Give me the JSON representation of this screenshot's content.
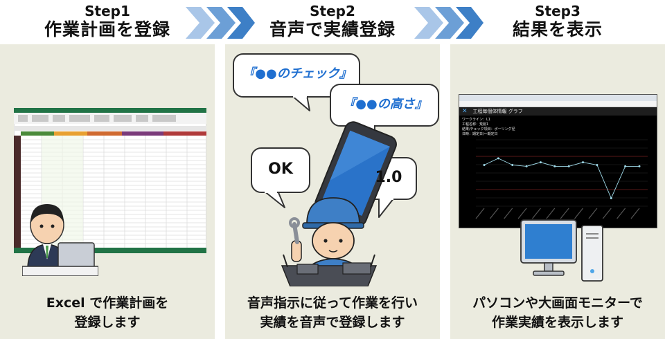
{
  "steps": [
    {
      "num": "Step1",
      "title": "作業計画を登録",
      "caption_lines": [
        "Excel で作業計画を",
        "登録します"
      ]
    },
    {
      "num": "Step2",
      "title": "音声で実績登録",
      "caption_lines": [
        "音声指示に従って作業を行い",
        "実績を音声で登録します"
      ]
    },
    {
      "num": "Step3",
      "title": "結果を表示",
      "caption_lines": [
        "パソコンや大画面モニターで",
        "作業実績を表示します"
      ]
    }
  ],
  "bubbles": {
    "check": "『●●のチェック』",
    "height": "『●●の高さ』",
    "ok": "OK",
    "value": "1.0"
  },
  "screen": {
    "title": "工程毎個体情報 グラフ",
    "info": [
      "ワークライン：L1",
      "工程名称：荒削1",
      "結果/チェック項目：ボーリング径",
      "日時：期定日/～期定日"
    ],
    "points": [
      0.62,
      0.72,
      0.62,
      0.6,
      0.66,
      0.6,
      0.6,
      0.66,
      0.62,
      0.12,
      0.6,
      0.6
    ]
  },
  "colors": {
    "accent": "#1f6fd0",
    "panel": "#ebebdf",
    "arrow": "#3d7fc6"
  }
}
